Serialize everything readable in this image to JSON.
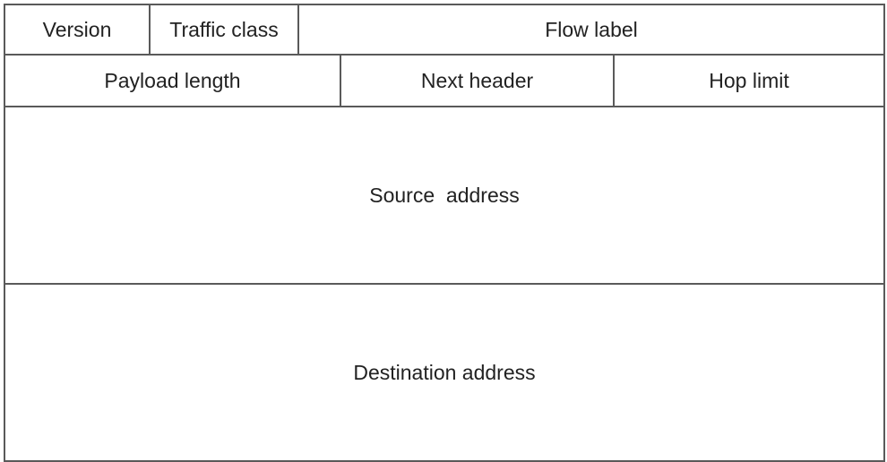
{
  "header_fields": {
    "version": "Version",
    "traffic_class": "Traffic class",
    "flow_label": "Flow label",
    "payload_length": "Payload length",
    "next_header": "Next header",
    "hop_limit": "Hop limit",
    "source_address": "Source  address",
    "destination_address": "Destination address"
  }
}
